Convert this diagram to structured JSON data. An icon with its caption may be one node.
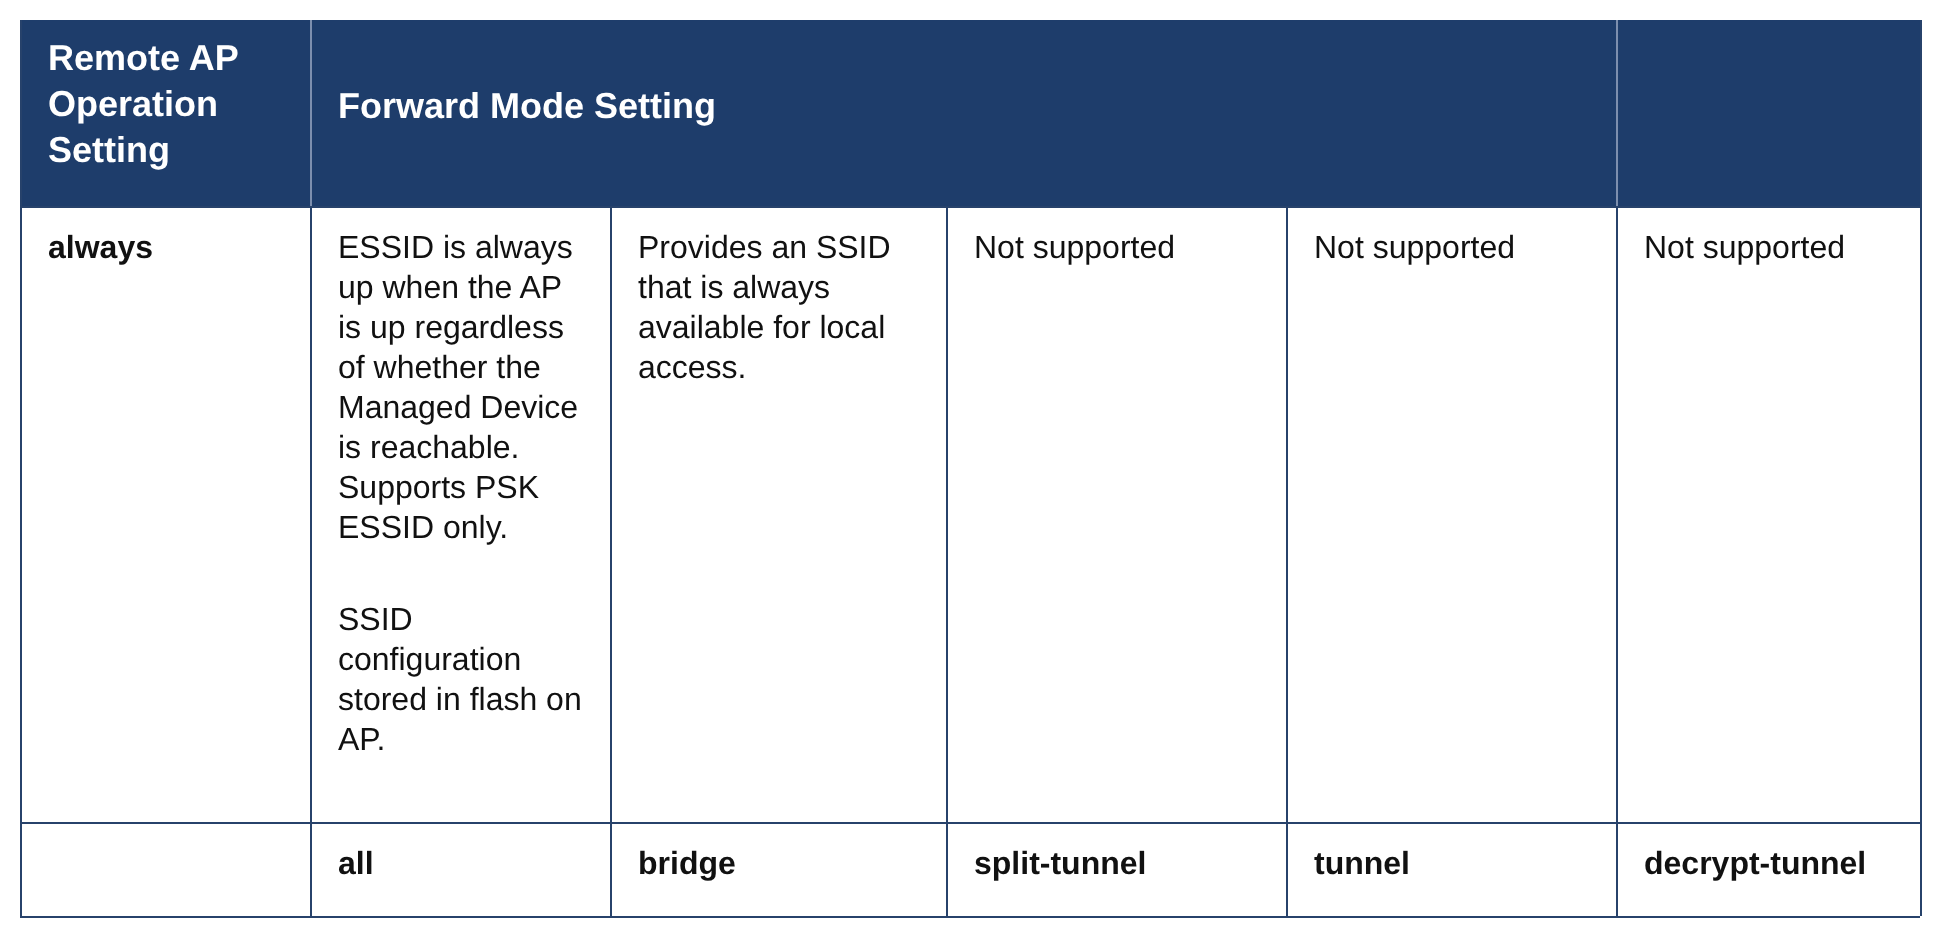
{
  "diagram": {
    "labels": [
      "Remote AP Operation Setting",
      "Forward Mode Setting",
      "always",
      "ESSID is always up when the AP is up regardless of whether the Managed Device is reachable. Supports PSK ESSID only.",
      "SSID configuration stored in flash on AP.",
      "Provides an SSID that is always available for local access.",
      "Not supported",
      "Not supported",
      "Not supported",
      "all",
      "bridge",
      "split-tunnel",
      "tunnel",
      "decrypt-tunnel"
    ]
  }
}
